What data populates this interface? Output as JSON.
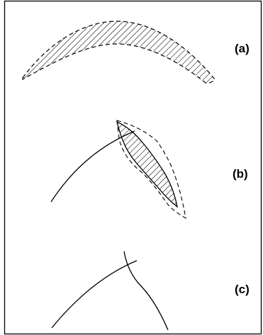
{
  "colors": {
    "ink": "#000000",
    "background": "#ffffff"
  },
  "panels": [
    {
      "id": "a",
      "label": "(a)"
    },
    {
      "id": "b",
      "label": "(b)"
    },
    {
      "id": "c",
      "label": "(c)"
    }
  ]
}
